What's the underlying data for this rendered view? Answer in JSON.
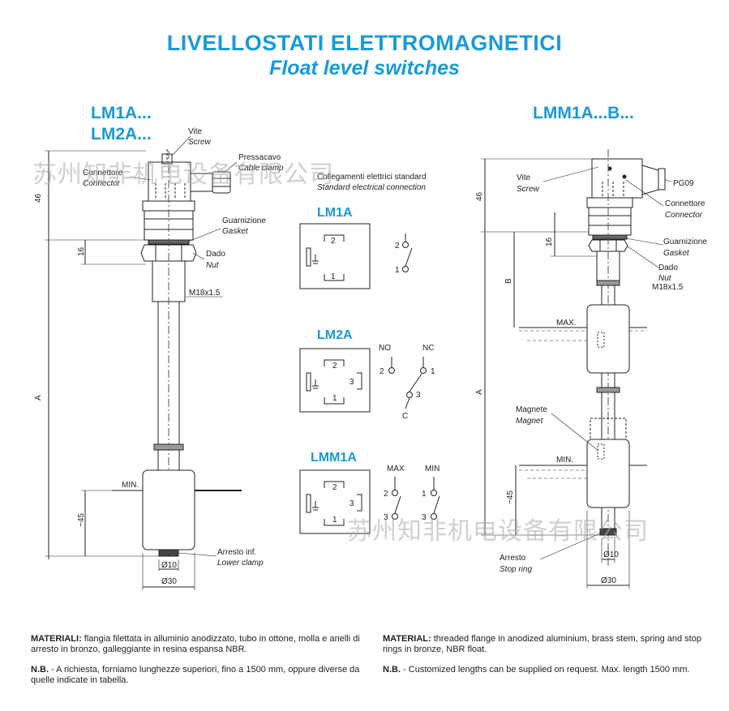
{
  "header": {
    "title": "LIVELLOSTATI ELETTROMAGNETICI",
    "subtitle": "Float level switches"
  },
  "left_drawing": {
    "model_1": "LM1A...",
    "model_2": "LM2A...",
    "labels": {
      "vite": "Vite",
      "screw": "Screw",
      "pressacavo": "Pressacavo",
      "cable_clamp": "Cable clamp",
      "connettore": "Connettore",
      "connector": "Connector",
      "guarnizione": "Guarnizione",
      "gasket": "Gasket",
      "dado": "Dado",
      "nut": "Nut",
      "thread": "M18x1.5",
      "min": "MIN.",
      "arresto": "Arresto inf.",
      "lower_clamp": "Lower clamp",
      "dim_46": "46",
      "dim_16": "16",
      "dim_a": "A",
      "dim_45": "~45",
      "dia_10": "Ø10",
      "dia_30": "Ø30"
    }
  },
  "wiring": {
    "heading": "Collegamenti elettrici standard",
    "heading_en": "Standard electrical connection",
    "lm1a": {
      "title": "LM1A",
      "pin_top": "2",
      "pin_bottom": "1",
      "sw_2": "2",
      "sw_1": "1"
    },
    "lm2a": {
      "title": "LM2A",
      "pin_top": "2",
      "pin_right": "3",
      "pin_bottom": "1",
      "no": "NO",
      "nc": "NC",
      "c": "C",
      "sw_2": "2",
      "sw_1": "1",
      "sw_3": "3"
    },
    "lmm1a": {
      "title": "LMM1A",
      "pin_top": "2",
      "pin_right": "3",
      "pin_bottom": "1",
      "max": "MAX",
      "min": "MIN",
      "sw_2": "2",
      "sw_1": "1",
      "sw_3a": "3",
      "sw_3b": "3"
    }
  },
  "right_drawing": {
    "model": "LMM1A...B...",
    "labels": {
      "vite": "Vite",
      "screw": "Screw",
      "pg09": "PG09",
      "connettore": "Connettore",
      "connector": "Connector",
      "guarnizione": "Guarnizione",
      "gasket": "Gasket",
      "dado": "Dado",
      "nut": "Nut",
      "thread": "M18x1.5",
      "max": "MAX.",
      "magnete": "Magnete",
      "magnet": "Magnet",
      "min": "MIN.",
      "arresto": "Arresto",
      "stop_ring": "Stop ring",
      "dim_46": "46",
      "dim_16": "16",
      "dim_b": "B",
      "dim_a": "A",
      "dim_45": "~45",
      "dia_10": "Ø10",
      "dia_30": "Ø30"
    }
  },
  "watermark": {
    "left": "苏州知非机电设备有限公司",
    "right": "苏州知非机电设备有限公司"
  },
  "footer": {
    "it_materiali_label": "MATERIALI:",
    "it_materiali": " flangia filettata in alluminio anodizzato, tubo in ottone, molla e anelli di arresto in bronzo, galleggiante in resina espansa NBR.",
    "it_nb_label": "N.B.",
    "it_nb": " - A richiesta, forniamo lunghezze superiori, fino a 1500 mm, oppure diverse da quelle indicate in tabella.",
    "en_material_label": "MATERIAL:",
    "en_material": " threaded flange in anodized aluminium, brass stem, spring and stop rings in bronze, NBR float.",
    "en_nb_label": "N.B.",
    "en_nb": " - Customized lengths can be supplied on request. Max. length 1500 mm."
  }
}
